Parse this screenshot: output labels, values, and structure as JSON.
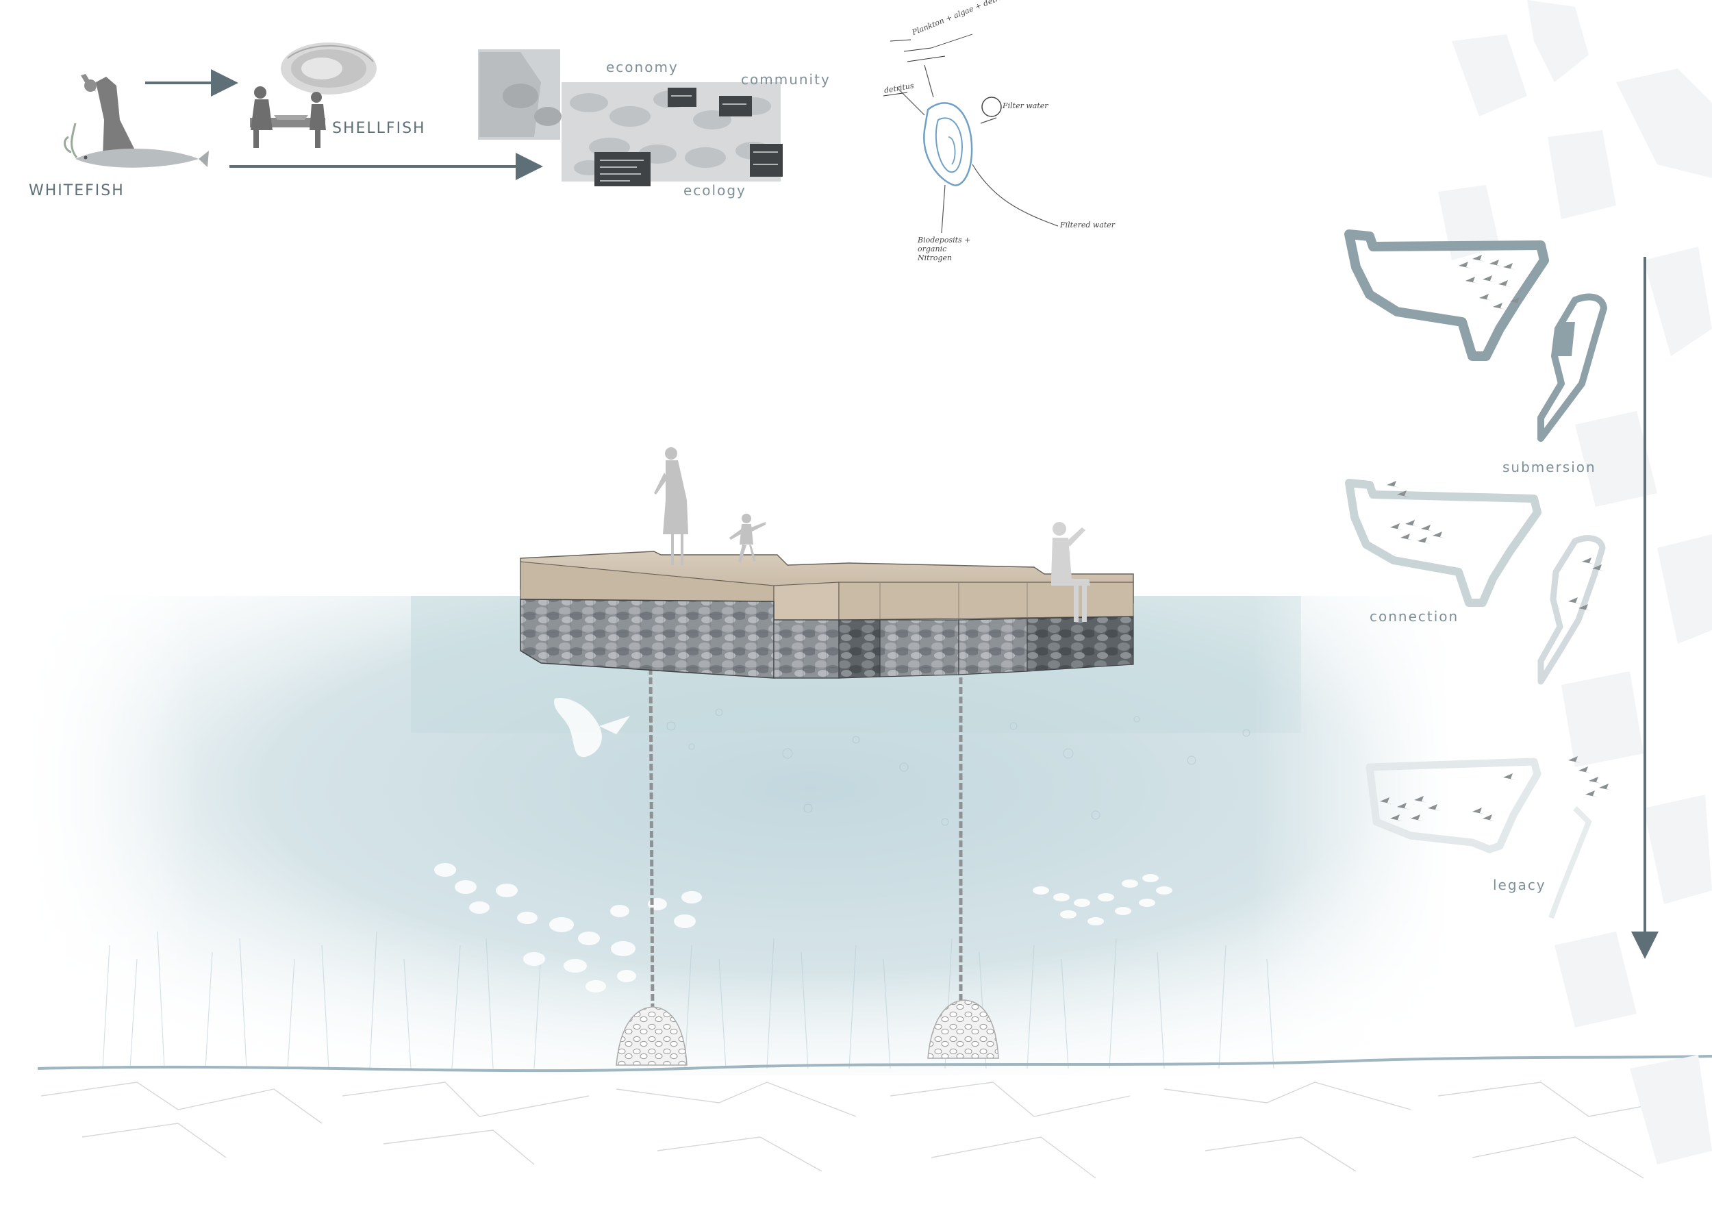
{
  "labels": {
    "whitefish": "WHITEFISH",
    "shellfish": "SHELLFISH",
    "economy": "economy",
    "community": "community",
    "ecology": "ecology",
    "submersion": "submersion",
    "connection": "connection",
    "legacy": "legacy"
  },
  "sketch_notes": {
    "inputs": "Plankton + algae + detritus + contaminants",
    "detritus": "detritus",
    "filter_water": "Filter water",
    "filtered_water": "Filtered water",
    "biodeposits": "Biodeposits + organic Nitrogen"
  },
  "colors": {
    "arrow": "#5e6f78",
    "text": "#7f8f98",
    "water": "#c9dde2",
    "deck": "#cdbfab",
    "gabion": "#8c9196",
    "seabed_line": "#9fb6c0",
    "plan_dark": "#8ea1a8",
    "plan_mid": "#c9d4d7",
    "plan_light": "#e3e8ea"
  },
  "icons": {
    "fisherman": "fisherman-figure-icon",
    "fish": "whitefish-icon",
    "oyster": "oyster-shell-icon",
    "market": "oyster-market-photo",
    "oyster_sketch": "oyster-filter-sketch-icon"
  }
}
